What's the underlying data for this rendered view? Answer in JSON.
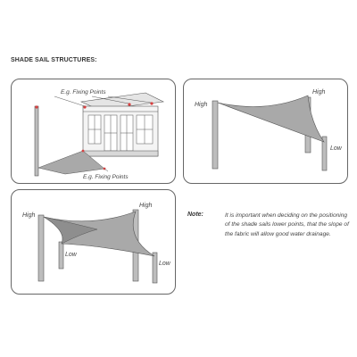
{
  "header": {
    "title": "SHADE SAIL STRUCTURES:"
  },
  "panel1": {
    "fixing_top": "E.g. Fixing Points",
    "fixing_bottom": "E.g. Fixing Points"
  },
  "panel2": {
    "high_left": "High",
    "high_right": "High",
    "low": "Low"
  },
  "panel3": {
    "high_left": "High",
    "high_right": "High",
    "low_left": "Low",
    "low_right": "Low"
  },
  "note": {
    "label": "Note:",
    "text": "It is important when deciding on the positioning of the shade sails lower points, that the slope of the fabric will allow good water drainage."
  },
  "colors": {
    "sail": "#a9a9a9",
    "sail_dark": "#8e8e8e",
    "post": "#bdbdbd",
    "marker": "#d84040",
    "outline": "#555555"
  }
}
